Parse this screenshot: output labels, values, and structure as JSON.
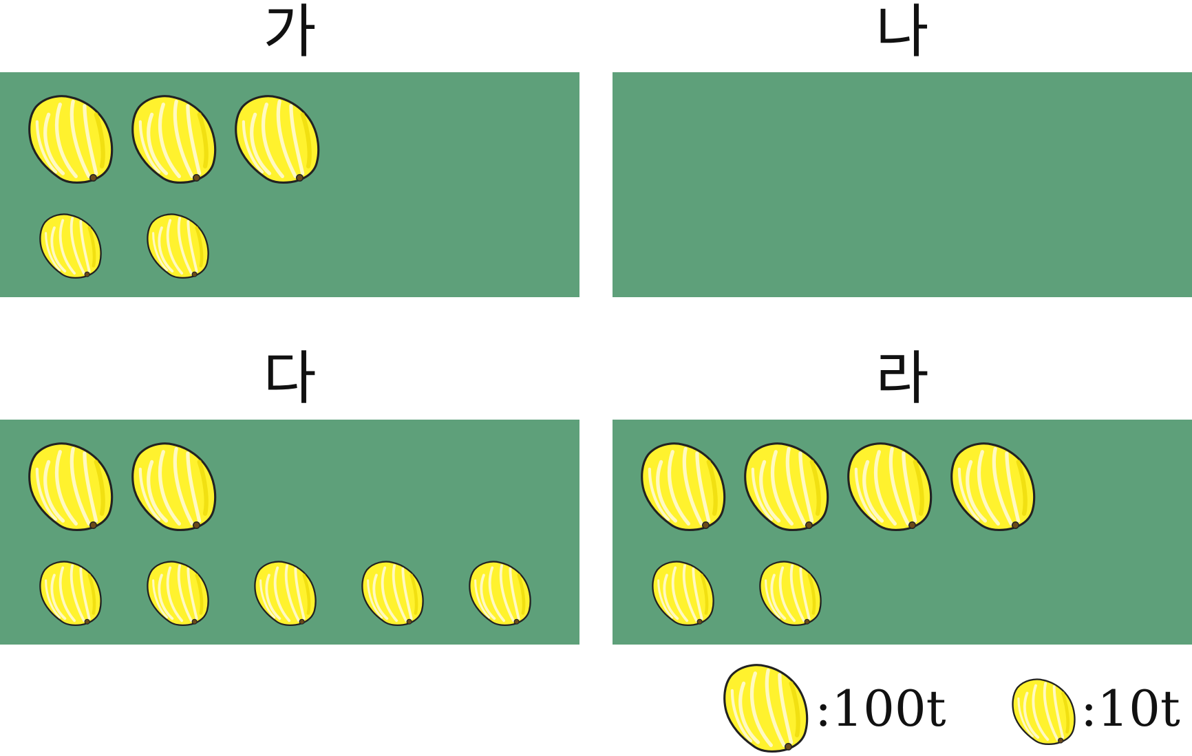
{
  "colors": {
    "field": "#5ea07a",
    "melon_fill": "#fff22e",
    "melon_shade": "#e8d400",
    "melon_stroke": "#222222",
    "melon_stripe": "#fff9c2"
  },
  "icons": {
    "big_melon": "large-melon-icon",
    "small_melon": "small-melon-icon"
  },
  "panels": [
    {
      "label": "가",
      "big_count": 3,
      "small_count": 2
    },
    {
      "label": "나",
      "big_count": 0,
      "small_count": 0
    },
    {
      "label": "다",
      "big_count": 2,
      "small_count": 5
    },
    {
      "label": "라",
      "big_count": 4,
      "small_count": 2
    }
  ],
  "legend": {
    "big_label": ":100t",
    "small_label": ":10t"
  }
}
